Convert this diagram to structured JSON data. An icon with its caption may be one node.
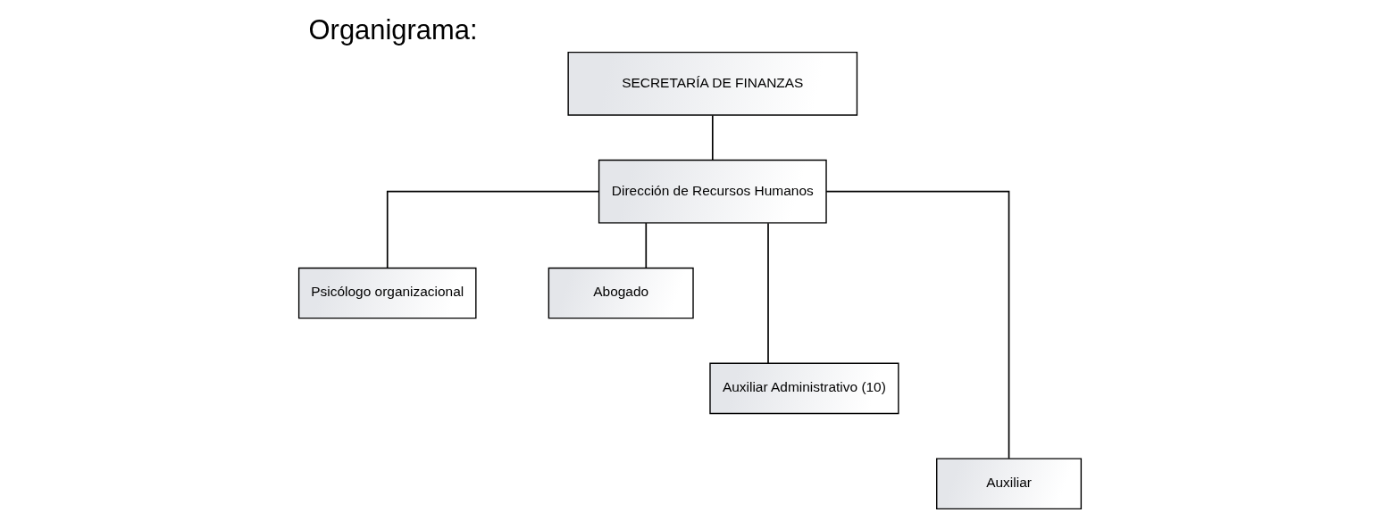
{
  "diagram": {
    "title": "Organigrama:",
    "nodes": [
      {
        "text": [
          "SECRETARÍA DE FINANZAS"
        ]
      },
      {
        "text": [
          "Dirección de Recursos Humanos"
        ]
      },
      {
        "text": [
          "Psicólogo organizacional"
        ]
      },
      {
        "text": [
          "Abogado"
        ]
      },
      {
        "text": [
          "Auxiliar Administrativo (10)"
        ]
      },
      {
        "text": [
          "Auxiliar"
        ]
      }
    ],
    "edges": [
      {
        "from": 0,
        "to": 1,
        "arrow": "none"
      },
      {
        "from": 1,
        "to": 2,
        "arrow": "none"
      },
      {
        "from": 1,
        "to": 3,
        "arrow": "none"
      },
      {
        "from": 1,
        "to": 4,
        "arrow": "none"
      },
      {
        "from": 1,
        "to": 5,
        "arrow": "none"
      }
    ]
  }
}
